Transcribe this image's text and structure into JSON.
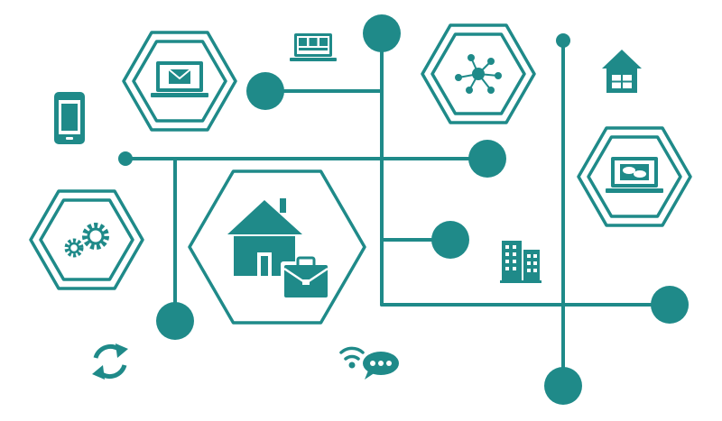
{
  "colors": {
    "primary": "#1f8a89",
    "secondary": "#2a9d8f",
    "background": "#ffffff"
  },
  "nodes": [
    {
      "id": "laptop-email",
      "icon": "laptop-email-icon"
    },
    {
      "id": "network-hub",
      "icon": "network-hub-icon"
    },
    {
      "id": "gears",
      "icon": "gears-icon"
    },
    {
      "id": "home-office",
      "icon": "home-briefcase-icon"
    },
    {
      "id": "laptop-chat",
      "icon": "laptop-chat-icon"
    }
  ],
  "loose_icons": [
    "smartphone-icon",
    "laptop-video-icon",
    "house-icon",
    "office-building-icon",
    "refresh-arrows-icon",
    "wifi-chat-icon"
  ]
}
